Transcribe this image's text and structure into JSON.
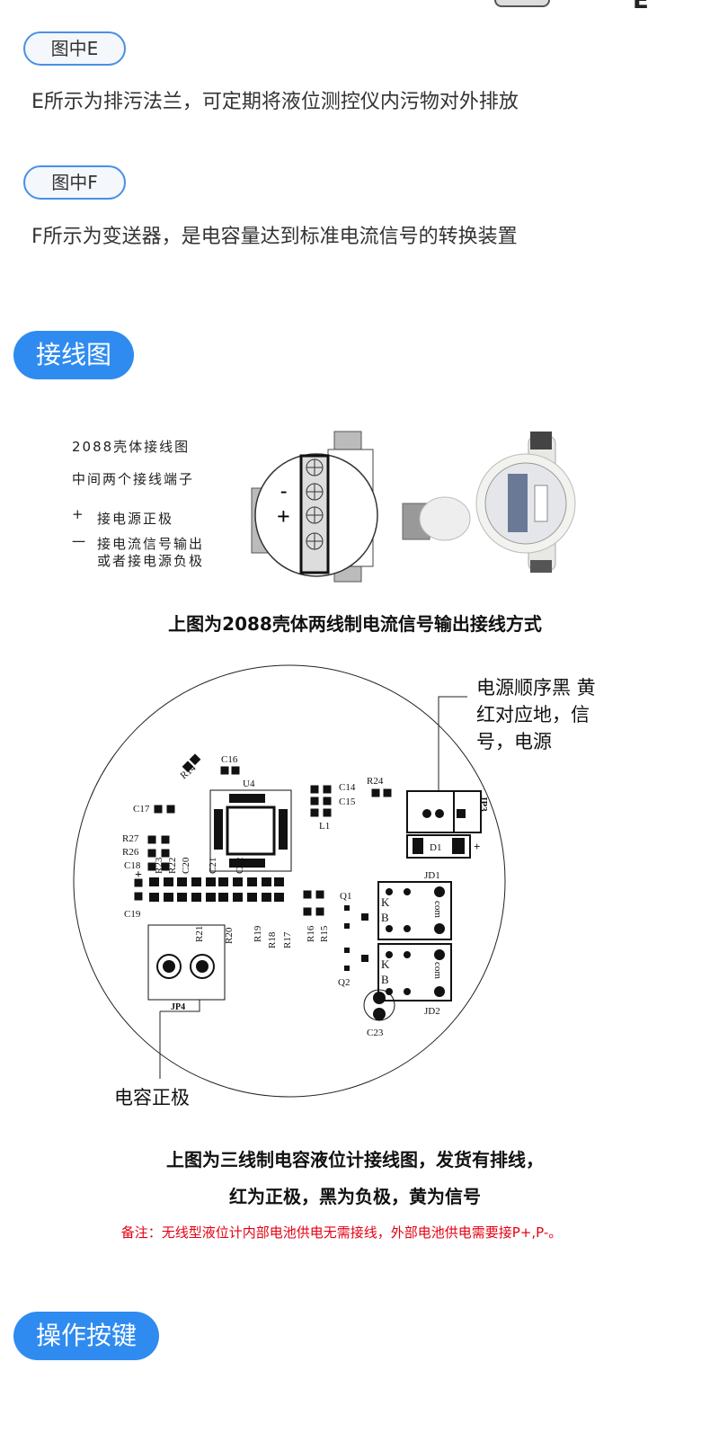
{
  "top_fragment": {
    "letter": "E"
  },
  "section_e": {
    "badge": "图中E",
    "description": "E所示为排污法兰，可定期将液位测控仪内污物对外排放"
  },
  "section_f": {
    "badge": "图中F",
    "description": "F所示为变送器，是电容量达到标准电流信号的转换装置"
  },
  "wiring": {
    "header": "接线图",
    "housing_diagram": {
      "title": "2088壳体接线图",
      "subtitle": "中间两个接线端子",
      "plus_symbol": "+",
      "plus_text": "接电源正极",
      "minus_symbol": "一",
      "minus_text_1": "接电流信号输出",
      "minus_text_2": "或者接电源负极",
      "terminal_minus": "-",
      "terminal_plus": "+"
    },
    "caption_2088": "上图为2088壳体两线制电流信号输出接线方式",
    "pcb": {
      "annotation_1": "电源顺序黑 黄",
      "annotation_2": "红对应地，信",
      "annotation_3": "号，电源",
      "annotation_cap": "电容正极",
      "labels": {
        "C16": "C16",
        "R14": "R14",
        "U4": "U4",
        "C17": "C17",
        "R27": "R27",
        "R26": "R26",
        "C18": "C18",
        "R23": "R23",
        "R22": "R22",
        "C20": "C20",
        "C21": "C21",
        "C22": "C22",
        "C19": "C19",
        "R21": "R21",
        "R20": "R20",
        "R19": "R19",
        "R18": "R18",
        "R17": "R17",
        "C14": "C14",
        "C15": "C15",
        "L1": "L1",
        "R24": "R24",
        "JP3": "JP3",
        "D1": "D1",
        "JD1": "JD1",
        "JD2": "JD2",
        "Q1": "Q1",
        "Q2": "Q2",
        "R16": "R16",
        "R15": "R15",
        "JP4": "JP4",
        "C23": "C23",
        "KB": "K",
        "KB2": "B",
        "com": "com",
        "plus": "+"
      }
    },
    "caption_3wire_1": "上图为三线制电容液位计接线图，发货有排线，",
    "caption_3wire_2": "红为正极，黑为负极，黄为信号",
    "note": "备注：无线型液位计内部电池供电无需接线，外部电池供电需要接P+,P-。"
  },
  "operation": {
    "header": "操作按键"
  },
  "colors": {
    "accent": "#2f8bf0",
    "note": "#e60012"
  }
}
